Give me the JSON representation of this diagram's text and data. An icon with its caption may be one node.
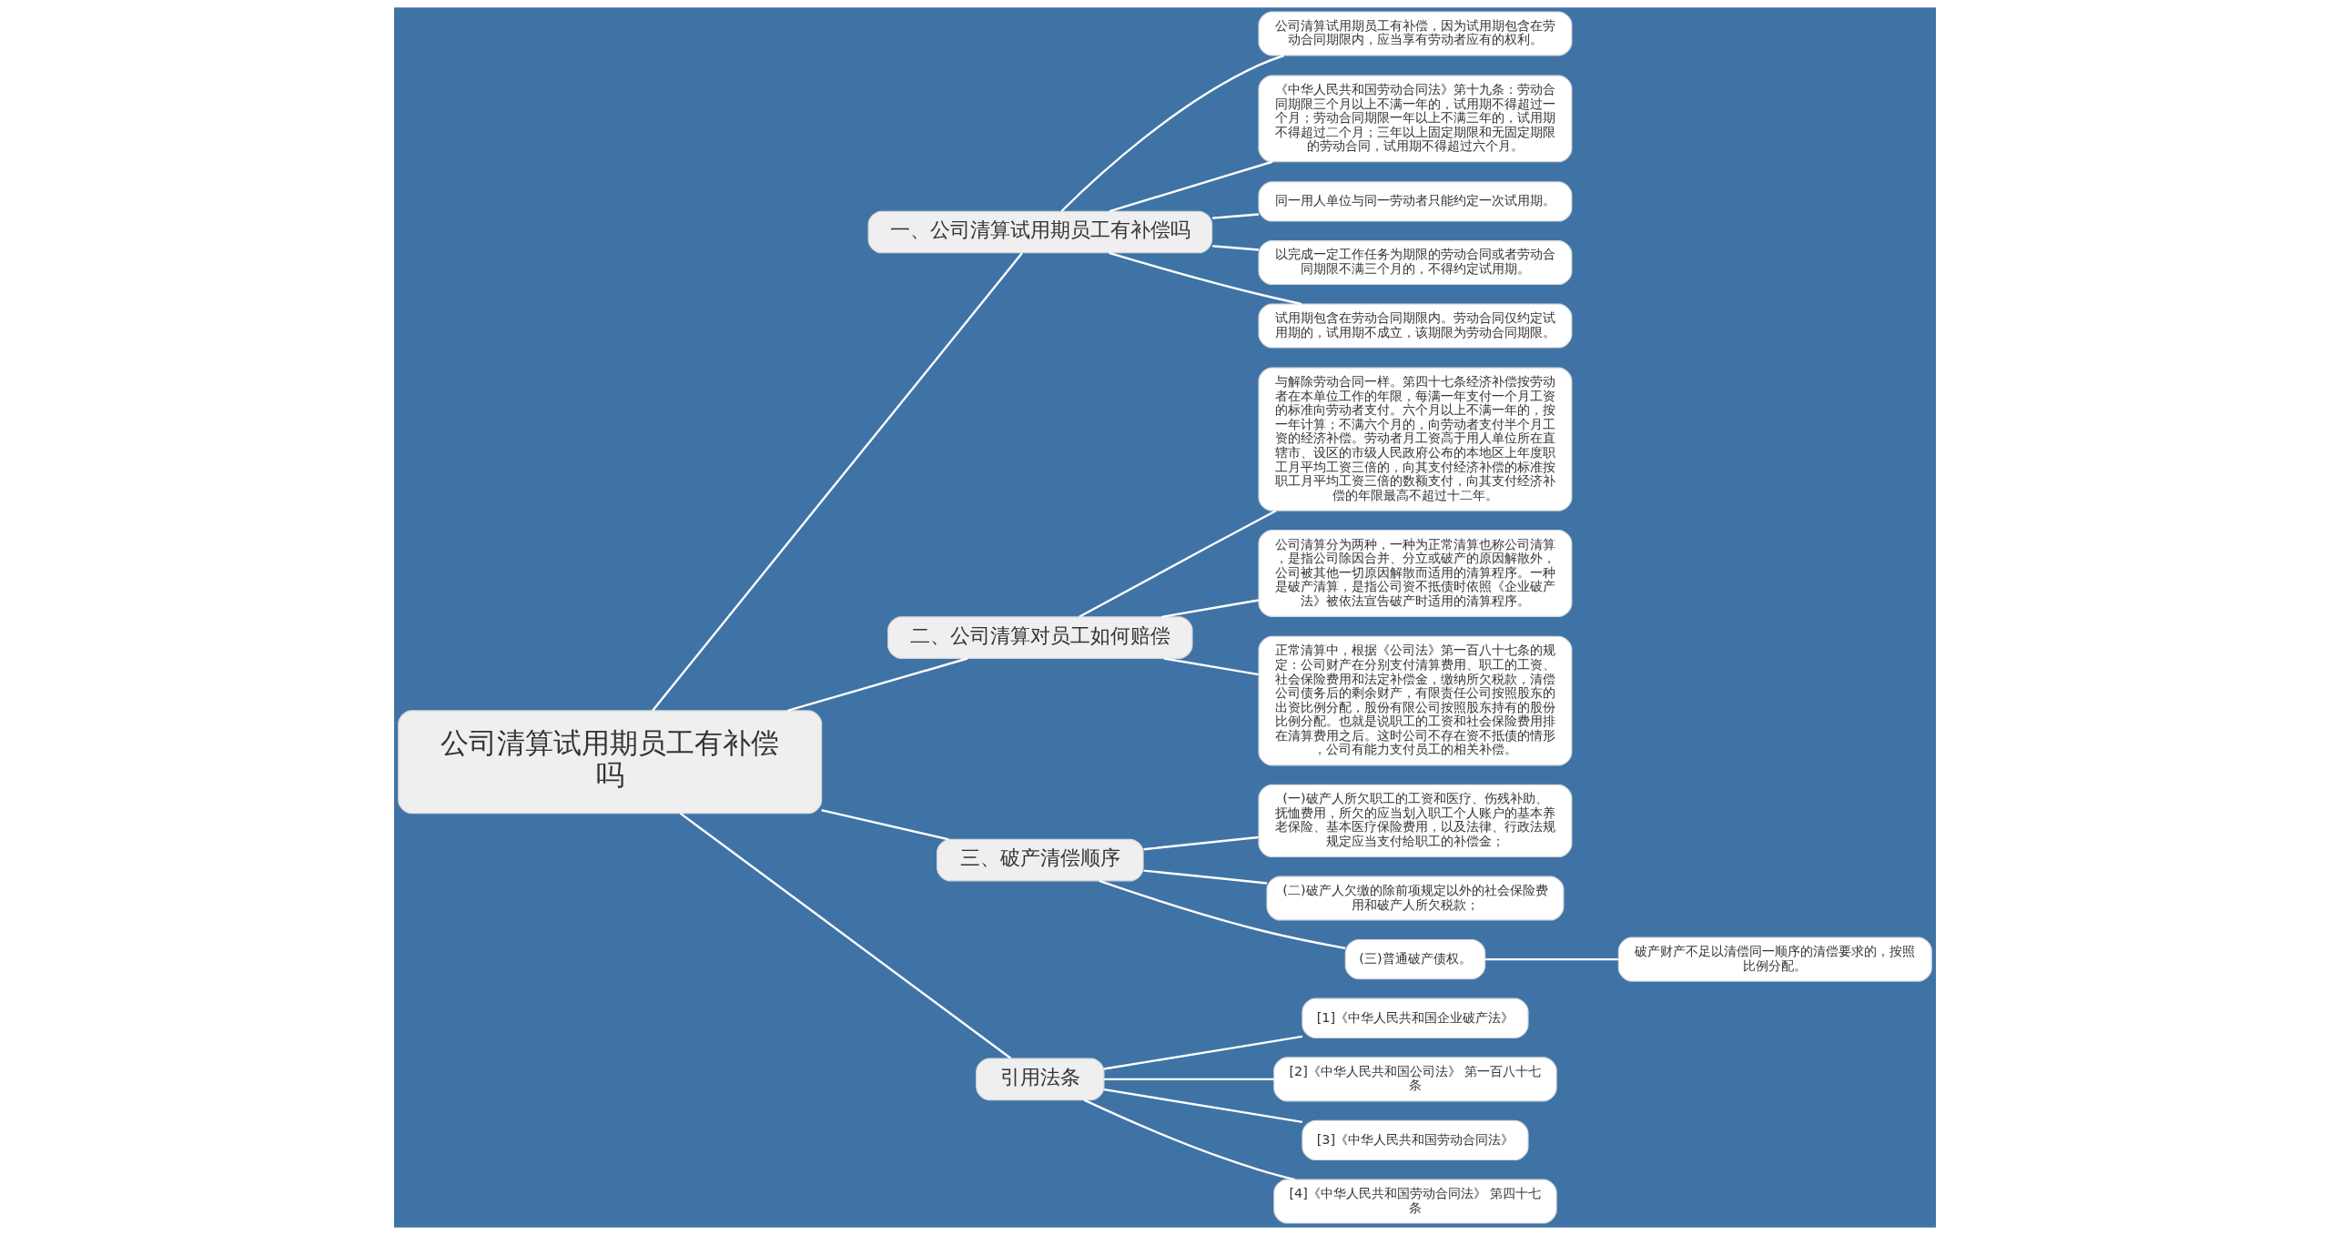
{
  "diagram": {
    "nodes": [
      {
        "text": [
          "公司清算试用期员工有补偿吗"
        ]
      },
      {
        "text": [
          "一、公司清算试用期员工有补偿吗"
        ]
      },
      {
        "text": [
          "公司清算试用期员工有补偿，因为试用期包含在劳动合同期限内，应当享有劳动者应有的权利。"
        ]
      },
      {
        "text": [
          "《中华人民共和国劳动合同法》第十九条：劳动合同期限三个月以上不满一年的，试用期不得超过一个月；劳动合同期限一年以上不满三年的，试用期不得超过二个月；三年以上固定期限和无固定期限的劳动合同，试用期不得超过六个月。"
        ]
      },
      {
        "text": [
          "同一用人单位与同一劳动者只能约定一次试用期。"
        ]
      },
      {
        "text": [
          "以完成一定工作任务为期限的劳动合同或者劳动合同期限不满三个月的，不得约定试用期。"
        ]
      },
      {
        "text": [
          "试用期包含在劳动合同期限内。劳动合同仅约定试用期的，试用期不成立，该期限为劳动合同期限。"
        ]
      },
      {
        "text": [
          "二、公司清算对员工如何赔偿"
        ]
      },
      {
        "text": [
          "与解除劳动合同一样。第四十七条经济补偿按劳动者在本单位工作的年限，每满一年支付一个月工资的标准向劳动者支付。六个月以上不满一年的，按一年计算；不满六个月的，向劳动者支付半个月工资的经济补偿。劳动者月工资高于用人单位所在直辖市、设区的市级人民政府公布的本地区上年度职工月平均工资三倍的，向其支付经济补偿的标准按职工月平均工资三倍的数额支付，向其支付经济补偿的年限最高不超过十二年。"
        ]
      },
      {
        "text": [
          "公司清算分为两种，一种为正常清算也称公司清算，是指公司除因合并、分立或破产的原因解散外，公司被其他一切原因解散而适用的清算程序。一种是破产清算，是指公司资不抵债时依照《企业破产法》被依法宣告破产时适用的清算程序。"
        ]
      },
      {
        "text": [
          "正常清算中，根据《公司法》第一百八十七条的规定：公司财产在分别支付清算费用、职工的工资、社会保险费用和法定补偿金，缴纳所欠税款，清偿公司债务后的剩余财产，有限责任公司按照股东的出资比例分配，股份有限公司按照股东持有的股份比例分配。也就是说职工的工资和社会保险费用排在清算费用之后。这时公司不存在资不抵债的情形，公司有能力支付员工的相关补偿。"
        ]
      },
      {
        "text": [
          "三、破产清偿顺序"
        ]
      },
      {
        "text": [
          "(一)破产人所欠职工的工资和医疗、伤残补助、抚恤费用，所欠的应当划入职工个人账户的基本养老保险、基本医疗保险费用，以及法律、行政法规规定应当支付给职工的补偿金；"
        ]
      },
      {
        "text": [
          "(二)破产人欠缴的除前项规定以外的社会保险费用和破产人所欠税款；"
        ]
      },
      {
        "text": [
          "(三)普通破产债权。"
        ]
      },
      {
        "text": [
          "破产财产不足以清偿同一顺序的清偿要求的，按照比例分配。"
        ]
      },
      {
        "text": [
          "引用法条"
        ]
      },
      {
        "text": [
          "[1]《中华人民共和国企业破产法》"
        ]
      },
      {
        "text": [
          "[2]《中华人民共和国公司法》 第一百八十七条"
        ]
      },
      {
        "text": [
          "[3]《中华人民共和国劳动合同法》"
        ]
      },
      {
        "text": [
          "[4]《中华人民共和国劳动合同法》 第四十七条"
        ]
      }
    ],
    "edges": [
      {
        "from": 0,
        "to": 1,
        "arrow": "none"
      },
      {
        "from": 1,
        "to": 2,
        "arrow": "none"
      },
      {
        "from": 1,
        "to": 3,
        "arrow": "none"
      },
      {
        "from": 1,
        "to": 4,
        "arrow": "none"
      },
      {
        "from": 1,
        "to": 5,
        "arrow": "none"
      },
      {
        "from": 1,
        "to": 6,
        "arrow": "none"
      },
      {
        "from": 0,
        "to": 7,
        "arrow": "none"
      },
      {
        "from": 7,
        "to": 8,
        "arrow": "none"
      },
      {
        "from": 7,
        "to": 9,
        "arrow": "none"
      },
      {
        "from": 7,
        "to": 10,
        "arrow": "none"
      },
      {
        "from": 0,
        "to": 11,
        "arrow": "none"
      },
      {
        "from": 11,
        "to": 12,
        "arrow": "none"
      },
      {
        "from": 11,
        "to": 13,
        "arrow": "none"
      },
      {
        "from": 11,
        "to": 14,
        "arrow": "none"
      },
      {
        "from": 14,
        "to": 15,
        "arrow": "none"
      },
      {
        "from": 0,
        "to": 16,
        "arrow": "none"
      },
      {
        "from": 16,
        "to": 17,
        "arrow": "none"
      },
      {
        "from": 16,
        "to": 18,
        "arrow": "none"
      },
      {
        "from": 16,
        "to": 19,
        "arrow": "none"
      },
      {
        "from": 16,
        "to": 20,
        "arrow": "none"
      }
    ]
  }
}
